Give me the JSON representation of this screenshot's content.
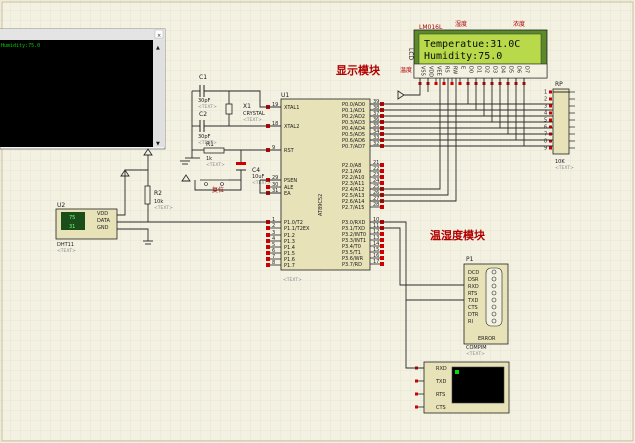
{
  "terminal": {
    "line1": "Humidity:75.0"
  },
  "lcd": {
    "part_name": "LM016L",
    "header_humidity": "湿度",
    "header_concentration": "浓度",
    "side_label": "温度",
    "line1": "Temperatue:31.0C",
    "line2": "Humidity:75.0",
    "pins": [
      "VSS",
      "VDD",
      "VEE",
      "RS",
      "RW",
      "E",
      "D0",
      "D1",
      "D2",
      "D3",
      "D4",
      "D5",
      "D6",
      "D7"
    ]
  },
  "annotations": {
    "display_module": "显示模块",
    "humidity_module": "温湿度模块"
  },
  "mcu": {
    "ref": "U1",
    "part": "AT89C52",
    "text_tag": "<TEXT>",
    "left_pins": [
      {
        "num": "19",
        "name": "XTAL1"
      },
      {
        "num": "18",
        "name": "XTAL2"
      },
      {
        "num": "9",
        "name": "RST"
      },
      {
        "num": "29",
        "name": "PSEN"
      },
      {
        "num": "30",
        "name": "ALE"
      },
      {
        "num": "31",
        "name": "EA"
      },
      {
        "num": "1",
        "name": "P1.0/T2"
      },
      {
        "num": "2",
        "name": "P1.1/T2EX"
      },
      {
        "num": "3",
        "name": "P1.2"
      },
      {
        "num": "4",
        "name": "P1.3"
      },
      {
        "num": "5",
        "name": "P1.4"
      },
      {
        "num": "6",
        "name": "P1.5"
      },
      {
        "num": "7",
        "name": "P1.6"
      },
      {
        "num": "8",
        "name": "P1.7"
      }
    ],
    "right_pins": [
      {
        "num": "39",
        "name": "P0.0/AD0"
      },
      {
        "num": "38",
        "name": "P0.1/AD1"
      },
      {
        "num": "37",
        "name": "P0.2/AD2"
      },
      {
        "num": "36",
        "name": "P0.3/AD3"
      },
      {
        "num": "35",
        "name": "P0.4/AD4"
      },
      {
        "num": "34",
        "name": "P0.5/AD5"
      },
      {
        "num": "33",
        "name": "P0.6/AD6"
      },
      {
        "num": "32",
        "name": "P0.7/AD7"
      },
      {
        "num": "21",
        "name": "P2.0/A8"
      },
      {
        "num": "22",
        "name": "P2.1/A9"
      },
      {
        "num": "23",
        "name": "P2.2/A10"
      },
      {
        "num": "24",
        "name": "P2.3/A11"
      },
      {
        "num": "25",
        "name": "P2.4/A12"
      },
      {
        "num": "26",
        "name": "P2.5/A13"
      },
      {
        "num": "27",
        "name": "P2.6/A14"
      },
      {
        "num": "28",
        "name": "P2.7/A15"
      },
      {
        "num": "10",
        "name": "P3.0/RXD"
      },
      {
        "num": "11",
        "name": "P3.1/TXD"
      },
      {
        "num": "12",
        "name": "P3.2/INT0"
      },
      {
        "num": "13",
        "name": "P3.3/INT1"
      },
      {
        "num": "14",
        "name": "P3.4/T0"
      },
      {
        "num": "15",
        "name": "P3.5/T1"
      },
      {
        "num": "16",
        "name": "P3.6/WR"
      },
      {
        "num": "17",
        "name": "P3.7/RD"
      }
    ]
  },
  "components": {
    "c1": {
      "ref": "C1",
      "value": "30pF"
    },
    "c2": {
      "ref": "C2",
      "value": "30pF"
    },
    "x1": {
      "ref": "X1",
      "value": "CRYSTAL"
    },
    "r1": {
      "ref": "R1",
      "value": "1k"
    },
    "c4": {
      "ref": "C4",
      "value": "10uF"
    },
    "reset": {
      "label": "复位"
    },
    "r2": {
      "ref": "R2",
      "value": "10k"
    },
    "u2": {
      "ref": "U2",
      "part": "DHT11",
      "temp": "75",
      "hum": "31",
      "pins": [
        "VDD",
        "DATA",
        "GND"
      ]
    },
    "rp": {
      "ref": "RP",
      "value": "10K"
    },
    "p1": {
      "ref": "P1",
      "part": "COMPIM",
      "error": "ERROR",
      "pins": [
        "DCD",
        "DSR",
        "RXD",
        "RTS",
        "TXD",
        "CTS",
        "DTR",
        "RI"
      ]
    },
    "vterm": {
      "pins": [
        "RXD",
        "TXD",
        "RTS",
        "CTS"
      ]
    },
    "text_tag": "<TEXT>"
  }
}
